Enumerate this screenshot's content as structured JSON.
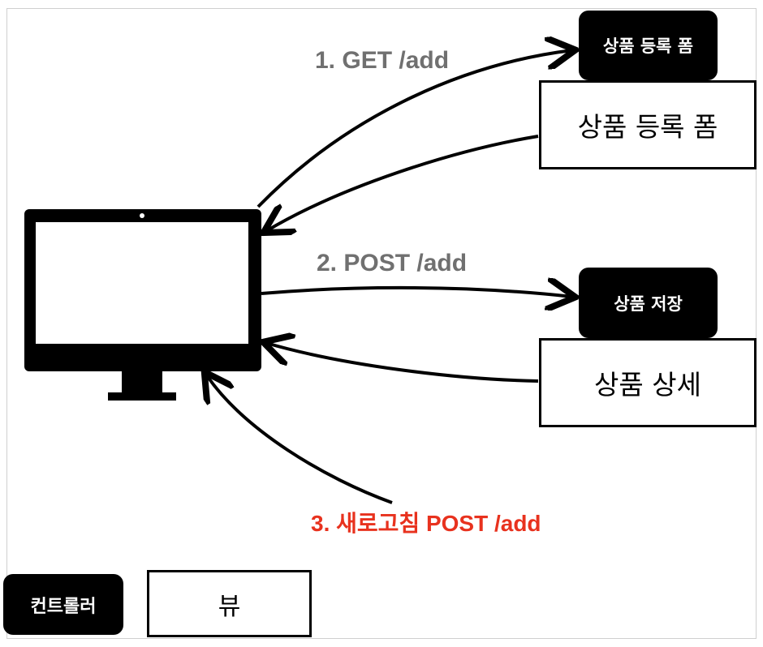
{
  "nodes": {
    "controller_form": "상품 등록 폼",
    "view_form": "상품 등록 폼",
    "controller_save": "상품 저장",
    "view_detail": "상품 상세"
  },
  "edges": {
    "get": "1. GET /add",
    "post": "2. POST /add",
    "refresh": "3. 새로고침 POST /add"
  },
  "legend": {
    "controller": "컨트롤러",
    "view": "뷰"
  },
  "colors": {
    "label_gray": "#707070",
    "label_red": "#e8321e",
    "ink": "#000000"
  }
}
